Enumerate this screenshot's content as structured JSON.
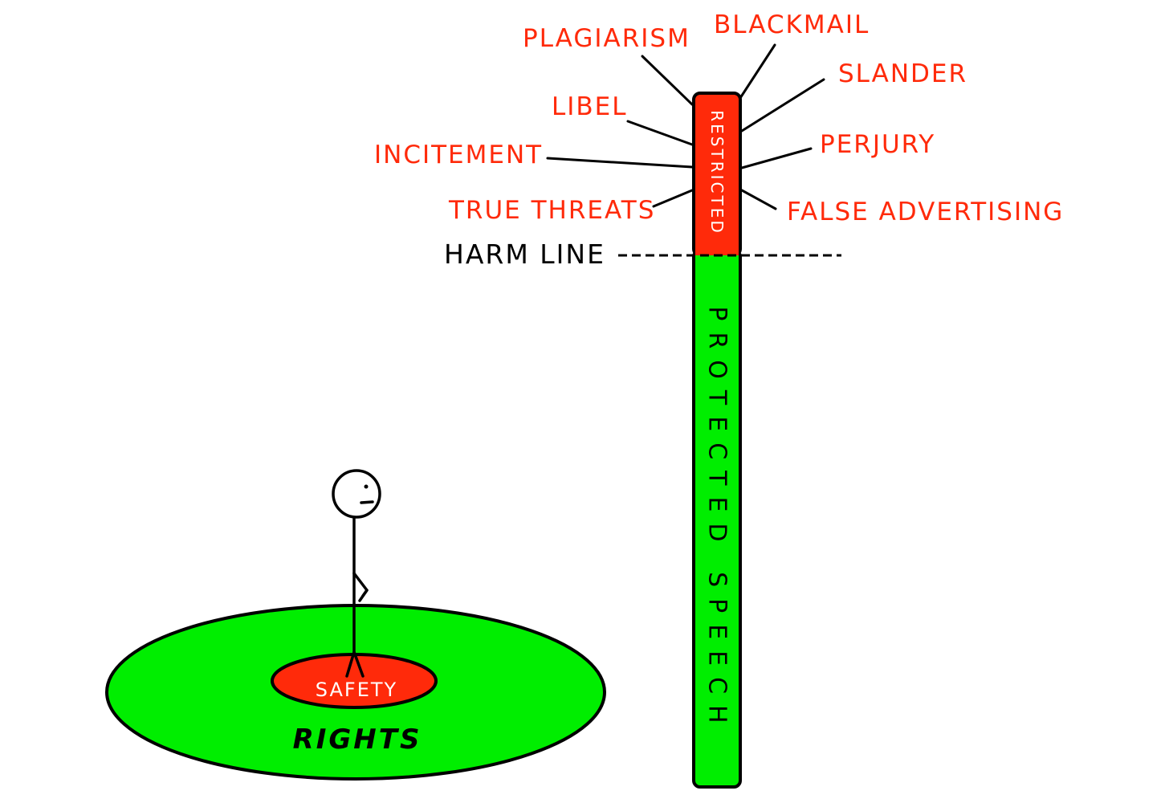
{
  "harm_line_label": "HARM LINE",
  "pole": {
    "restricted_label": "RESTRICTED",
    "protected_label": "PROTECTED SPEECH"
  },
  "restricted_categories": {
    "plagiarism": "PLAGIARISM",
    "blackmail": "BLACKMAIL",
    "slander": "SLANDER",
    "libel": "LIBEL",
    "incitement": "INCITEMENT",
    "perjury": "PERJURY",
    "true_threats": "TRUE THREATS",
    "false_advertising": "FALSE ADVERTISING"
  },
  "circles": {
    "inner_label": "SAFETY",
    "outer_label": "RIGHTS"
  },
  "colors": {
    "red": "#ff2a0a",
    "green": "#00ee00",
    "outline": "#000000"
  }
}
